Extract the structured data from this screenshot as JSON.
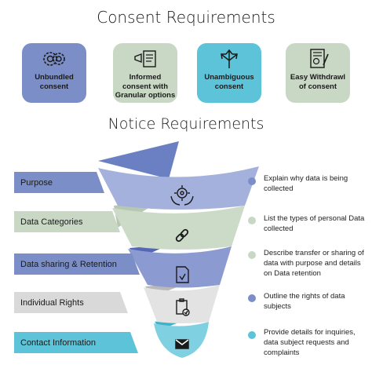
{
  "consent_title": "Consent Requirements",
  "notice_title": "Notice Requirements",
  "consent_cards": [
    {
      "label": "Unbundled consent",
      "icon": "gears-icon",
      "color": "#7b8ec7"
    },
    {
      "label": "Informed consent with Granular options",
      "icon": "megaphone-document-icon",
      "color": "#c9d8c5"
    },
    {
      "label": "Unambiguous consent",
      "icon": "arrows-direction-icon",
      "color": "#5dc3d8"
    },
    {
      "label": "Easy Withdrawl of consent",
      "icon": "signed-document-icon",
      "color": "#c9d8c5"
    }
  ],
  "notice_items": [
    {
      "label": "Purpose",
      "icon": "hands-target-icon",
      "color": "#7b8ec7",
      "description": "Explain why data is being collected"
    },
    {
      "label": "Data Categories",
      "icon": "link-icon",
      "color": "#c9d8c5",
      "description": "List the types of personal Data collected"
    },
    {
      "label": "Data sharing & Retention",
      "icon": "document-share-icon",
      "color": "#7b8ec7",
      "description": "Describe transfer or sharing of data with purpose and details on Data retention"
    },
    {
      "label": "Individual Rights",
      "icon": "clipboard-check-icon",
      "color": "#d9d9d9",
      "description": "Outline the rights of data subjects"
    },
    {
      "label": "Contact Information",
      "icon": "envelope-icon",
      "color": "#5dc3d8",
      "description": "Provide details for inquiries, data subject requests and complaints"
    }
  ]
}
